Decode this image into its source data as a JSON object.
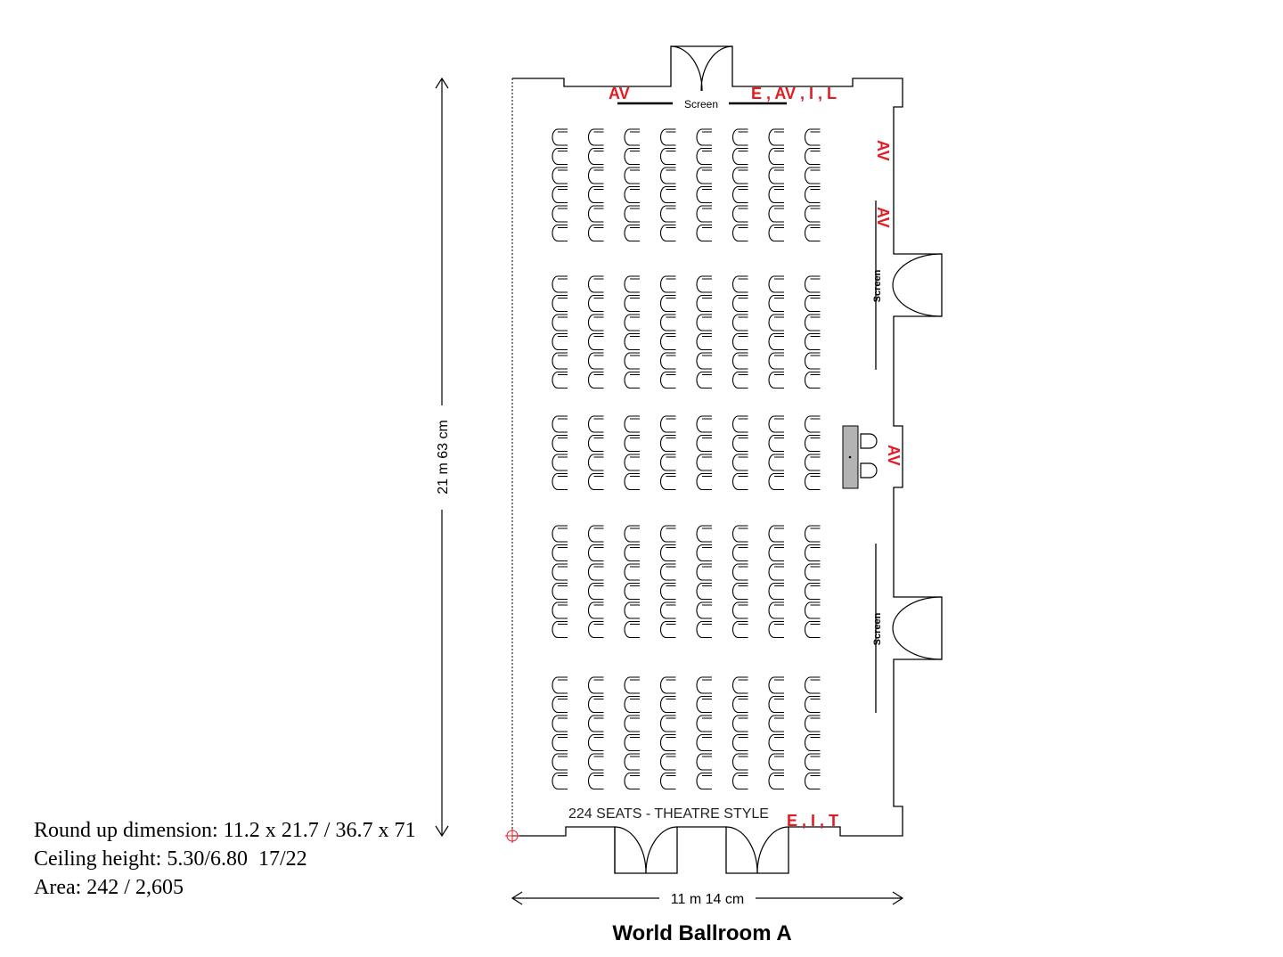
{
  "room": {
    "title": "World Ballroom A",
    "seats_label": "224 SEATS - THEATRE STYLE",
    "seat_count": 224,
    "width_label": "11 m 14 cm",
    "length_label": "21 m 63 cm"
  },
  "labels": {
    "av": "AV",
    "top_right": "E , AV , I , L",
    "bottom_right": "E , I , T",
    "screen": "Screen"
  },
  "info": {
    "dimension": "Round up dimension: 11.2 x 21.7 / 36.7 x 71",
    "ceiling": "Ceiling height: 5.30/6.80  17/22",
    "area": "Area: 242 / 2,605"
  },
  "seating": {
    "columns": 8,
    "blocks": [
      {
        "rows": 6
      },
      {
        "rows": 6
      },
      {
        "rows": 4
      },
      {
        "rows": 6
      },
      {
        "rows": 6
      }
    ]
  },
  "colors": {
    "accent": "#e31b23",
    "line": "#000000",
    "podium": "#b3b3b3"
  }
}
